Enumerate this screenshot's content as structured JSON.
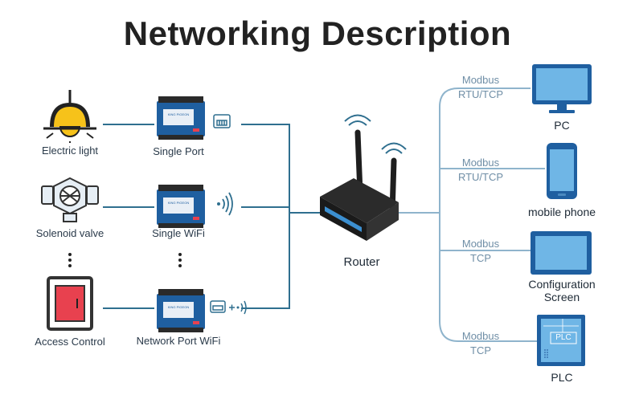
{
  "title": "Networking Description",
  "devices": {
    "electric_light": "Electric light",
    "solenoid_valve": "Solenoid valve",
    "access_control": "Access Control"
  },
  "modules": {
    "single_port": "Single Port",
    "single_wifi": "Single WiFi",
    "network_port_wifi": "Network Port WiFi",
    "module_brand": "KING PIGEON"
  },
  "router": "Router",
  "terminals": [
    {
      "label": "PC",
      "protocol_line1": "Modbus",
      "protocol_line2": "RTU/TCP"
    },
    {
      "label": "mobile phone",
      "protocol_line1": "Modbus",
      "protocol_line2": "RTU/TCP"
    },
    {
      "label_line1": "Configuration",
      "label_line2": "Screen",
      "protocol_line1": "Modbus",
      "protocol_line2": "TCP"
    },
    {
      "label": "PLC",
      "protocol_line1": "Modbus",
      "protocol_line2": "TCP",
      "screen_text": "PLC"
    }
  ],
  "colors": {
    "line": "#2f6f8f",
    "line_right": "#8fb4cc",
    "device_blue": "#1f5fa0",
    "lamp_yellow": "#f6c21a",
    "switch_red": "#e8414f"
  }
}
